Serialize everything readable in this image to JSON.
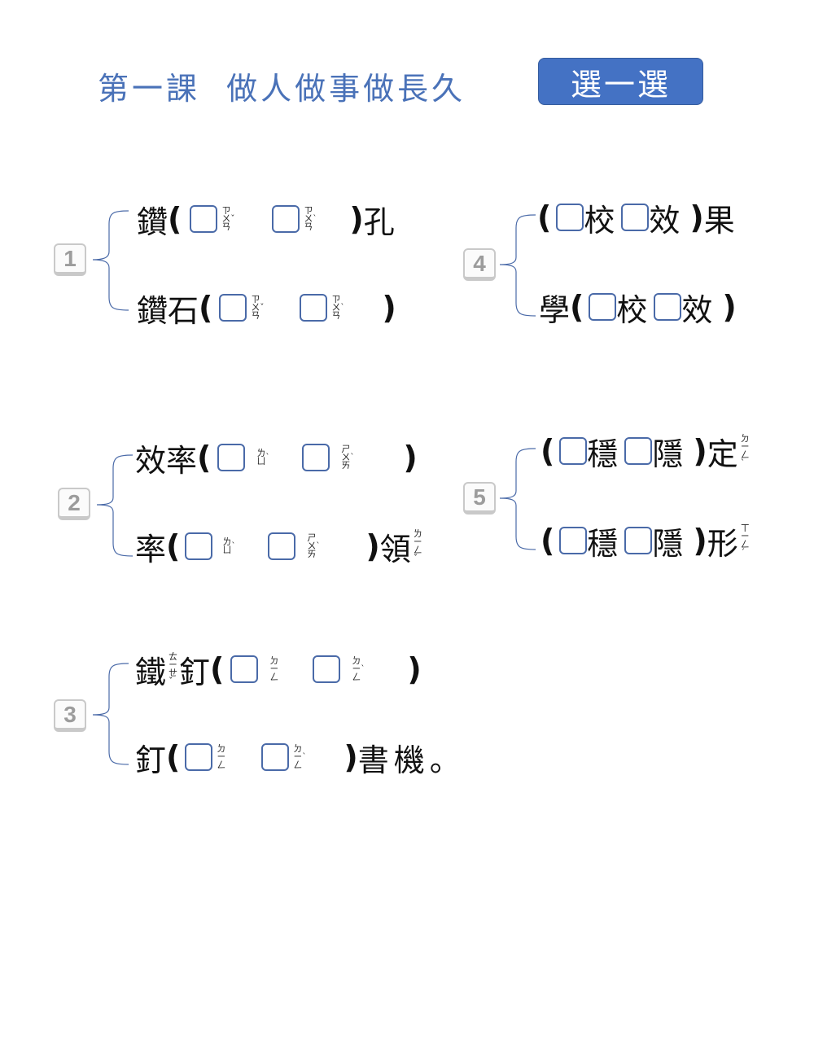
{
  "header": {
    "title": "第一課  做人做事做長久",
    "select_button": "選一選"
  },
  "colors": {
    "title": "#4a72b8",
    "button_bg": "#4472c4",
    "box_border": "#4a6aa8",
    "badge_text": "#9c9c9c"
  },
  "groups": [
    {
      "number": "1",
      "rows": [
        {
          "prefix": "鑽",
          "open": "(",
          "options": [
            {
              "bopomofo": "ㄗㄨㄢ",
              "tone": "ˇ"
            },
            {
              "bopomofo": "ㄗㄨㄢ",
              "tone": "ˋ"
            }
          ],
          "close": ")",
          "suffix": "孔"
        },
        {
          "prefix": "鑽石",
          "open": "(",
          "options": [
            {
              "bopomofo": "ㄗㄨㄢ",
              "tone": "ˇ"
            },
            {
              "bopomofo": "ㄗㄨㄢ",
              "tone": "ˋ"
            }
          ],
          "close": ")",
          "suffix": ""
        }
      ]
    },
    {
      "number": "2",
      "rows": [
        {
          "prefix": "效率",
          "open": "(",
          "options": [
            {
              "bopomofo": "ㄌㄩ",
              "tone": "ˋ"
            },
            {
              "bopomofo": "ㄕㄨㄞ",
              "tone": "ˋ"
            }
          ],
          "close": ")",
          "suffix": ""
        },
        {
          "prefix": "率",
          "open": "(",
          "options": [
            {
              "bopomofo": "ㄌㄩ",
              "tone": "ˋ"
            },
            {
              "bopomofo": "ㄕㄨㄞ",
              "tone": "ˋ"
            }
          ],
          "close": ")",
          "suffix": "領",
          "suffix_bopomofo": "ㄌㄧㄥˇ"
        }
      ]
    },
    {
      "number": "3",
      "rows": [
        {
          "prefix": "鐵",
          "prefix_bopomofo": "ㄊㄧㄝˇ",
          "prefix2": "釘",
          "open": "(",
          "options": [
            {
              "bopomofo": "ㄉㄧㄥ",
              "tone": ""
            },
            {
              "bopomofo": "ㄉㄧㄥ",
              "tone": "ˋ"
            }
          ],
          "close": ")",
          "suffix": ""
        },
        {
          "prefix": "釘",
          "open": "(",
          "options": [
            {
              "bopomofo": "ㄉㄧㄥ",
              "tone": ""
            },
            {
              "bopomofo": "ㄉㄧㄥ",
              "tone": "ˋ"
            }
          ],
          "close": ")",
          "suffix": "書機。"
        }
      ]
    },
    {
      "number": "4",
      "rows": [
        {
          "prefix": "",
          "open": "(",
          "options": [
            {
              "char": "校"
            },
            {
              "char": "效"
            }
          ],
          "close": ")",
          "suffix": "果"
        },
        {
          "prefix": "學",
          "open": "(",
          "options": [
            {
              "char": "校"
            },
            {
              "char": "效"
            }
          ],
          "close": ")",
          "suffix": ""
        }
      ]
    },
    {
      "number": "5",
      "rows": [
        {
          "prefix": "",
          "open": "(",
          "options": [
            {
              "char": "穩"
            },
            {
              "char": "隱"
            }
          ],
          "close": ")",
          "suffix": "定",
          "suffix_bopomofo": "ㄉㄧㄥˋ"
        },
        {
          "prefix": "",
          "open": "(",
          "options": [
            {
              "char": "穩"
            },
            {
              "char": "隱"
            }
          ],
          "close": ")",
          "suffix": "形",
          "suffix_bopomofo": "ㄒㄧㄥˊ"
        }
      ]
    }
  ]
}
